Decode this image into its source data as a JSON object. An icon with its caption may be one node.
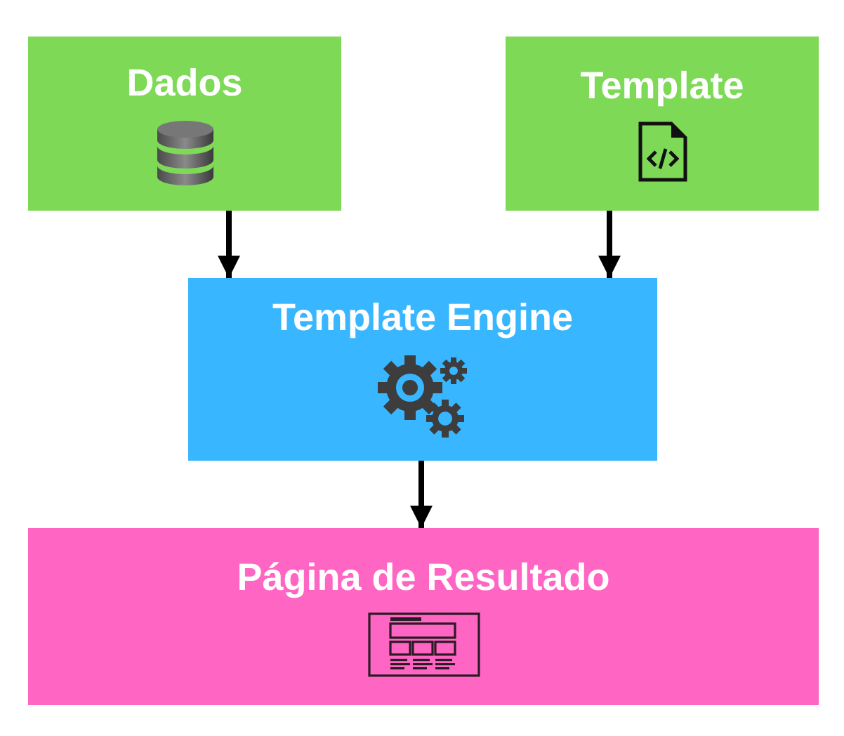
{
  "diagram": {
    "nodes": [
      {
        "text": [
          "Dados"
        ]
      },
      {
        "text": [
          "Template"
        ]
      },
      {
        "text": [
          "Template Engine"
        ]
      },
      {
        "text": [
          "Página de Resultado"
        ]
      }
    ],
    "edges": [
      {
        "from": 0,
        "to": 2,
        "arrow": "to"
      },
      {
        "from": 1,
        "to": 2,
        "arrow": "to"
      },
      {
        "from": 2,
        "to": 3,
        "arrow": "to"
      }
    ]
  }
}
